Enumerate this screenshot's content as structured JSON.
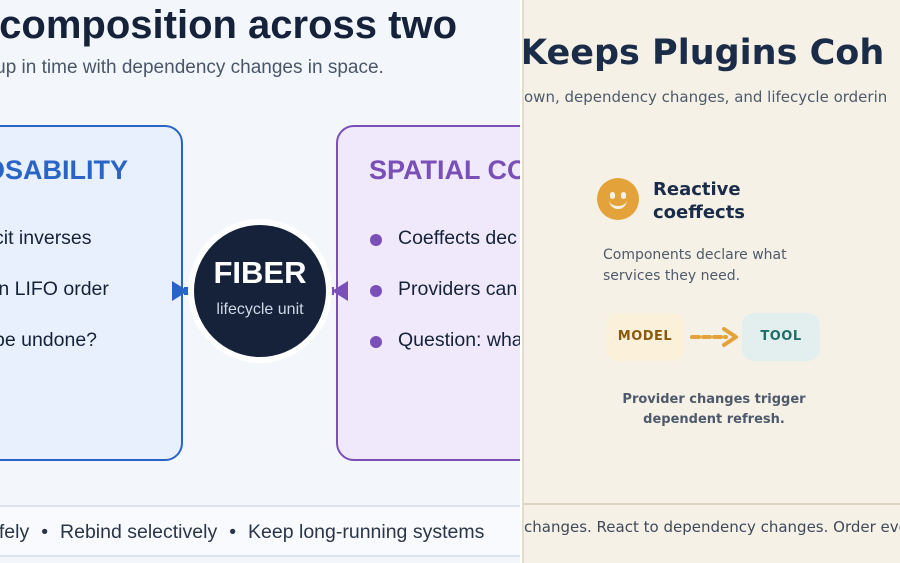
{
  "left": {
    "title": "ates composition across two",
    "subtitle": "anup in time with dependency changes in space.",
    "blue_card": {
      "heading": "POSABILITY",
      "items": [
        "cit inverses",
        "in LIFO order",
        "be undone?"
      ]
    },
    "center": {
      "title": "FIBER",
      "subtitle": "lifecycle unit"
    },
    "purple_card": {
      "heading": "SPATIAL CO",
      "items": [
        "Coeffects dec",
        "Providers can",
        "Question: wha"
      ]
    },
    "footer": [
      "afely",
      "Rebind selectively",
      "Keep long-running systems"
    ],
    "footer_separator": "•",
    "colors": {
      "blue": "#2a64c6",
      "purple": "#7a4fb8",
      "navy": "#15223a"
    }
  },
  "right": {
    "title": "Keeps Plugins Coh",
    "subtitle": "own, dependency changes, and lifecycle orderin",
    "card": {
      "icon": "smiley-icon",
      "title_lines": [
        "Reactive",
        "coeffects"
      ],
      "description_lines": [
        "Components declare what",
        "services they need."
      ],
      "chips": {
        "from": "MODEL",
        "to": "TOOL"
      },
      "note_lines": [
        "Provider changes trigger",
        "dependent refresh."
      ]
    },
    "footer": "changes. React to dependency changes. Order every",
    "colors": {
      "accent": "#e3a33a",
      "teal": "#1f6e6a"
    }
  }
}
